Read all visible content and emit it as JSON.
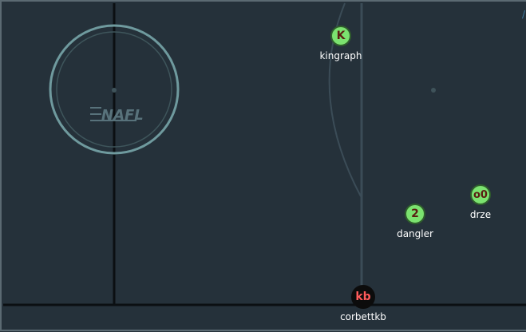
{
  "rink": {
    "logo_text": "NAFL",
    "colors": {
      "ice": "#25313a",
      "line": "#0b0f12",
      "circle": "#6f9a9e",
      "faint_line": "#3b4c57"
    }
  },
  "players": [
    {
      "id": "kingraph",
      "token": "K",
      "name": "kingraph",
      "team": "home"
    },
    {
      "id": "dangler",
      "token": "2",
      "name": "dangler",
      "team": "home"
    },
    {
      "id": "drze",
      "token": "o0",
      "name": "drze",
      "team": "home"
    },
    {
      "id": "corbettkb",
      "token": "kb",
      "name": "corbettkb",
      "team": "away"
    }
  ]
}
